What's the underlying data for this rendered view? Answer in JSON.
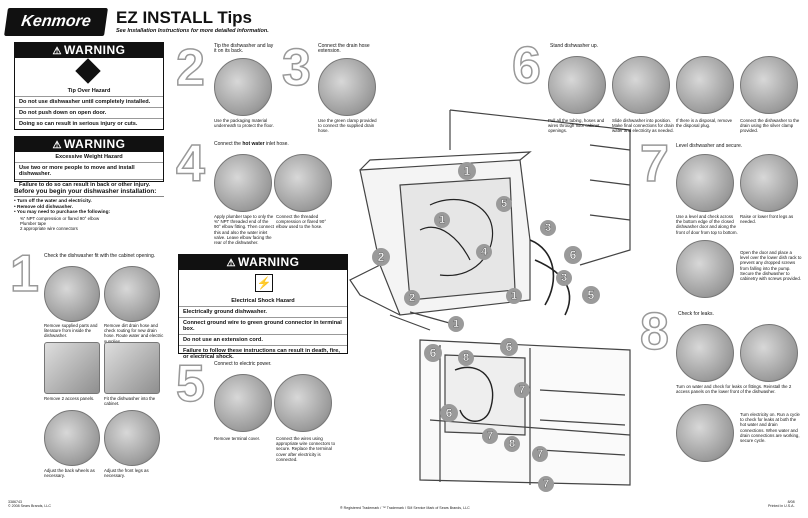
{
  "header": {
    "brand": "Kenmore",
    "title": "EZ INSTALL Tips",
    "subtitle": "See Installation Instructions for more detailed information."
  },
  "warning1": {
    "heading": "WARNING",
    "hazard": "Tip Over Hazard",
    "lines": [
      "Do not use dishwasher until completely installed.",
      "Do not push down on open door.",
      "Doing so can result in serious injury or cuts."
    ]
  },
  "warning2": {
    "heading": "WARNING",
    "hazard": "Excessive Weight Hazard",
    "lines": [
      "Use two or more people to move and install dishwasher.",
      "Failure to do so can result in back or other injury."
    ]
  },
  "before": {
    "title": "Before you begin your dishwasher installation:",
    "items": [
      "• Turn off the water and electricity.",
      "• Remove old dishwasher.",
      "• You may need to purchase the following:"
    ],
    "parts": [
      "⅜\" NPT compression or flared 90° elbow",
      "Plumber tape",
      "2 appropriate wire connectors"
    ]
  },
  "step1": {
    "number": "1",
    "title": "Check the dishwasher fit with the cabinet opening.",
    "captions": [
      "Remove supplied parts and literature from inside the dishwasher.",
      "Remove dirt drain hose and check routing for new drain hose. Route water and electric supplies.",
      "Remove 2 access panels.",
      "Fit the dishwasher into the cabinet.",
      "Adjust the back wheels as necessary.",
      "Adjust the front legs as necessary."
    ]
  },
  "step2": {
    "number": "2",
    "title": "Tip the dishwasher and lay it on its back.",
    "caption": "Use the packaging material underneath to protect the floor."
  },
  "step3": {
    "number": "3",
    "title": "Connect the drain hose extension.",
    "caption": "Use the green clamp provided to connect the supplied drain hose."
  },
  "step4": {
    "number": "4",
    "title_prefix": "Connect the ",
    "title_bold": "hot water",
    "title_suffix": " inlet hose.",
    "caption1": "Apply plumber tape to only the ⅜\" NPT threaded end of the 90° elbow fitting. Then connect this and also the water inlet valve. Leave elbow facing the rear of the dishwasher.",
    "caption2": "Connect the threaded compression or flared 90° elbow used to the hose."
  },
  "warning3": {
    "heading": "WARNING",
    "hazard": "Electrical Shock Hazard",
    "lines": [
      "Electrically ground dishwasher.",
      "Connect ground wire to green ground connector in terminal box.",
      "Do not use an extension cord.",
      "Failure to follow these instructions can result in death, fire, or electrical shock."
    ]
  },
  "step5": {
    "number": "5",
    "title": "Connect to electric power.",
    "caption1": "Remove terminal cover.",
    "caption2": "Connect the wires using appropriate wire connectors to secure. Replace the terminal cover after electricity is connected."
  },
  "step6": {
    "number": "6",
    "title": "Stand dishwasher up.",
    "captions": [
      "Pull all the tubing, hoses and wires through floor cabinet openings.",
      "Slide dishwasher into position. Make final connections for drain water and electricity as needed.",
      "If there is a disposal, remove the disposal plug.",
      "Connect the dishwasher to the drain using the silver clamp provided."
    ]
  },
  "step7": {
    "number": "7",
    "title": "Level dishwasher and secure.",
    "caption1": "Use a level and check across the bottom edge of the closed dishwasher door and along the front of door from top to bottom.",
    "caption2": "Raise or lower front legs as needed.",
    "caption3": "Open the door and place a level over the lower dish rack to prevent any dropped screws from falling into the pump. Secure the dishwasher to cabinetry with screws provided."
  },
  "step8": {
    "number": "8",
    "title": "Check for leaks.",
    "caption1": "Turn on water and check for leaks or fittings. Reinstall the 2 access panels on the lower front of the dishwasher.",
    "caption2": "Turn electricity on. Run a cycle to check for leaks at both the hot water and drain connections. When water and drain connections are working, secure cycle."
  },
  "markers": [
    "1",
    "2",
    "1",
    "5",
    "3",
    "6",
    "3",
    "5",
    "4",
    "1",
    "1",
    "2",
    "6",
    "8",
    "6",
    "6",
    "7",
    "7",
    "8",
    "7",
    "7"
  ],
  "footer": {
    "left": "3386743\n© 2008 Sears Brands, LLC",
    "center": "® Registered Trademark / ™ Trademark / SM Service Mark of Sears Brands, LLC",
    "right": "8/08\nPrinted in U.S.A."
  }
}
